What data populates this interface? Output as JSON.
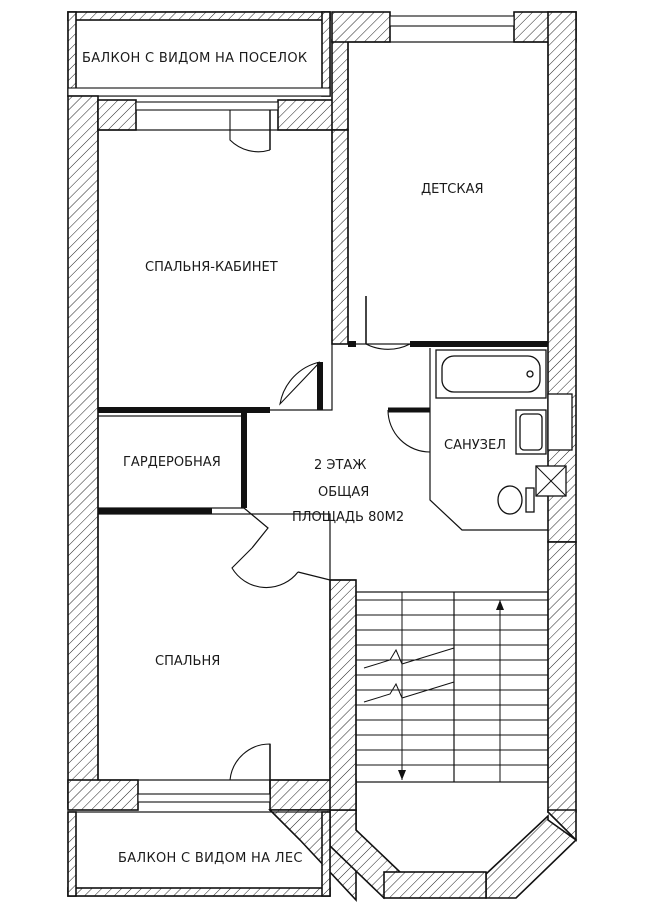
{
  "rooms": {
    "balcony_top": "БАЛКОН С ВИДОМ НА ПОСЕЛОК",
    "kids_room": "ДЕТСКАЯ",
    "bedroom_office": "СПАЛЬНЯ-КАБИНЕТ",
    "wardrobe": "ГАРДЕРОБНАЯ",
    "bathroom": "САНУЗЕЛ",
    "bedroom": "СПАЛЬНЯ",
    "balcony_bottom": "БАЛКОН С ВИДОМ НА ЛЕС"
  },
  "summary": {
    "floor": "2 ЭТАЖ",
    "area_label": "ОБЩАЯ",
    "area_value": "ПЛОЩАДЬ 80М2"
  }
}
